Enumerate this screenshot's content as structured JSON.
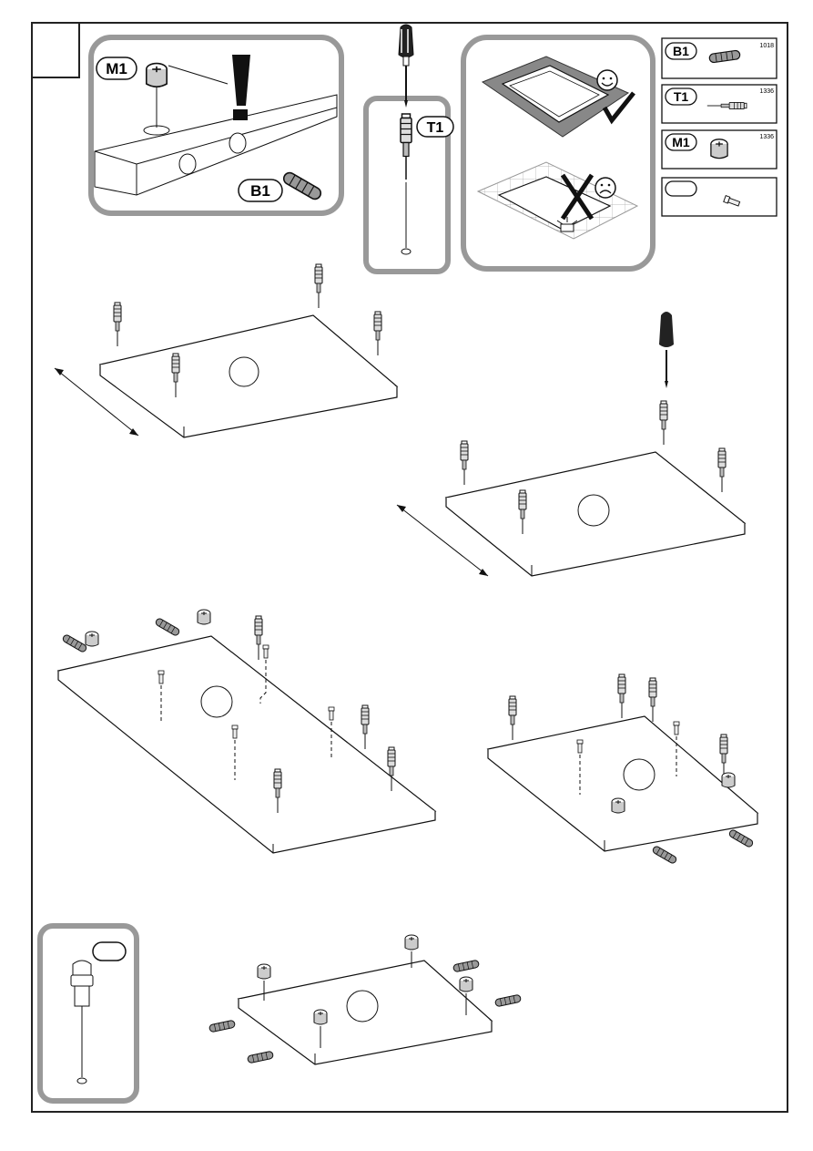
{
  "detail_callout": {
    "cam_label": "M1",
    "dowel_label": "B1"
  },
  "screwdriver_callout": {
    "screw_label": "T1"
  },
  "parts_legend": [
    {
      "code": "B1",
      "qty": "1018",
      "icon": "wooden-dowel-icon"
    },
    {
      "code": "T1",
      "qty": "1336",
      "icon": "confirmat-screw-icon"
    },
    {
      "code": "M1",
      "qty": "1336",
      "icon": "cam-lock-icon"
    },
    {
      "code": "",
      "qty": "",
      "icon": "shelf-pin-icon"
    }
  ],
  "pin_callout": {
    "label": ""
  }
}
